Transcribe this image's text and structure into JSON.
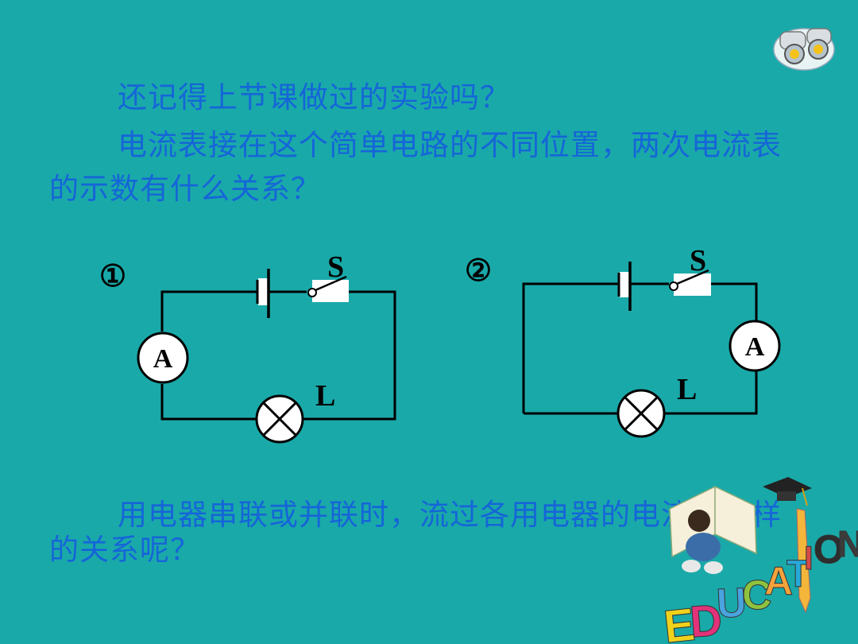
{
  "text": {
    "line1": "还记得上节课做过的实验吗？",
    "line2": "电流表接在这个简单电路的不同位置，两次电流表的示数有什么关系？",
    "line3": "用电器串联或并联时，流过各用电器的电流有怎样的关系呢？"
  },
  "circuit1": {
    "number": "①",
    "switch_label": "S",
    "ammeter_label": "A",
    "lamp_label": "L"
  },
  "circuit2": {
    "number": "②",
    "switch_label": "S",
    "ammeter_label": "A",
    "lamp_label": "L"
  },
  "decoration": {
    "word": "EDUCATION"
  },
  "colors": {
    "background": "#1aa9a9",
    "text": "#1565d8",
    "wire": "#000000"
  }
}
